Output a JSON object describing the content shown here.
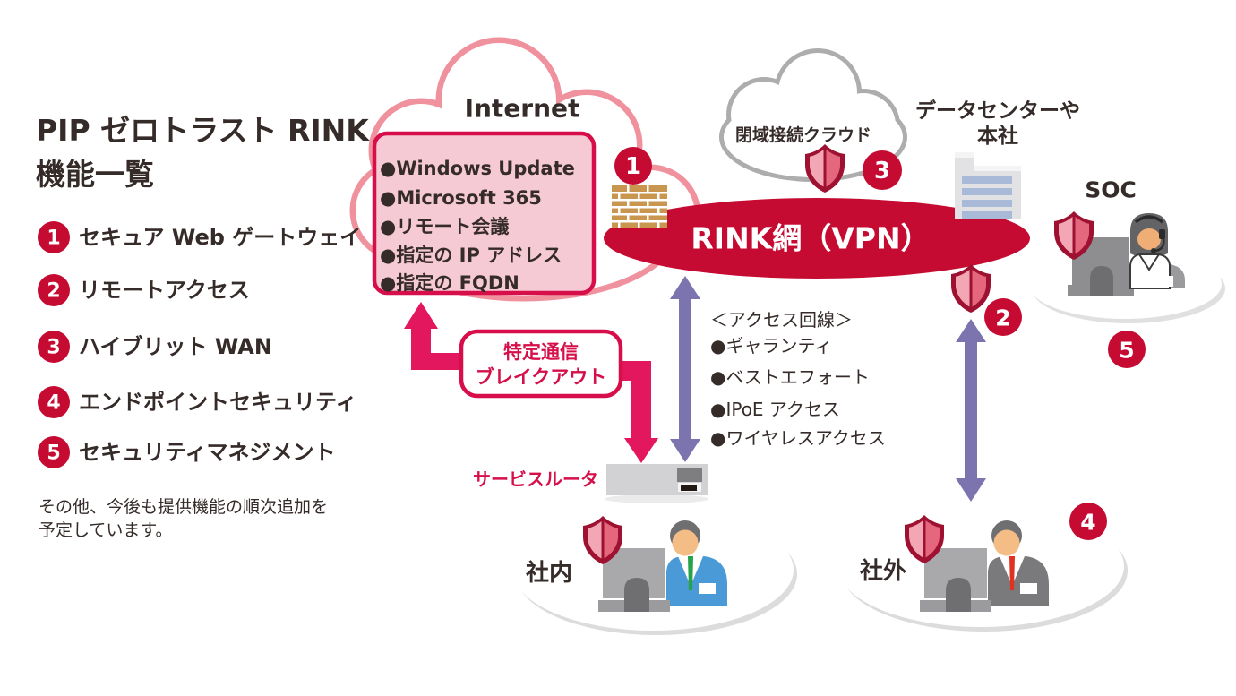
{
  "title": {
    "line1": "PIP ゼロトラスト RINK",
    "line2": "機能一覧"
  },
  "features": [
    {
      "num": "1",
      "label": "セキュア Web ゲートウェイ"
    },
    {
      "num": "2",
      "label": "リモートアクセス"
    },
    {
      "num": "3",
      "label": "ハイブリット WAN"
    },
    {
      "num": "4",
      "label": "エンドポイントセキュリティ"
    },
    {
      "num": "5",
      "label": "セキュリティマネジメント"
    }
  ],
  "footnote": {
    "line1": "その他、今後も提供機能の順次追加を",
    "line2": "予定しています。"
  },
  "internet": {
    "label": "Internet",
    "badge": "1",
    "items": [
      "●Windows Update",
      "●Microsoft 365",
      "●リモート会議",
      "●指定の IP アドレス",
      "●指定の FQDN"
    ]
  },
  "closed_cloud": {
    "label": "閉域接続クラウド",
    "badge": "3"
  },
  "datacenter": {
    "line1": "データセンターや",
    "line2": "本社"
  },
  "rink": {
    "label": "RINK網（VPN）",
    "badge": "2"
  },
  "soc": {
    "label": "SOC",
    "badge": "5"
  },
  "access_lines": {
    "title": "＜アクセス回線＞",
    "items": [
      "●ギャランティ",
      "●ベストエフォート",
      "●IPoE アクセス",
      "●ワイヤレスアクセス"
    ]
  },
  "breakout": {
    "line1": "特定通信",
    "line2": "ブレイクアウト"
  },
  "service_router": {
    "label": "サービスルータ"
  },
  "internal": {
    "label": "社内"
  },
  "external": {
    "label": "社外",
    "badge": "4"
  },
  "icons": {
    "shield": "security-shield",
    "firewall": "brick-firewall",
    "document": "datacenter-document",
    "router": "service-router-device",
    "worker": "person-at-desk",
    "operator": "soc-operator-headset",
    "cloud": "cloud-shape"
  },
  "colors": {
    "crimson": "#c60b33",
    "accent_pink": "#e2175d",
    "accent_red": "#d60f4a",
    "cloud_pink": "#f0919e",
    "box_pink": "#f6cad5",
    "purple": "#7b74ae",
    "gray_outline": "#adadad",
    "text_dark": "#352b29",
    "shield_dark": "#9e1130",
    "shield_light": "#f3a6b3",
    "shield_mid": "#e4677e",
    "brick": "#c9964f",
    "jacket_blue": "#4a9ad8",
    "suit_gray": "#7a7a7c",
    "tie_green": "#27a24a",
    "tie_red": "#e03220"
  }
}
